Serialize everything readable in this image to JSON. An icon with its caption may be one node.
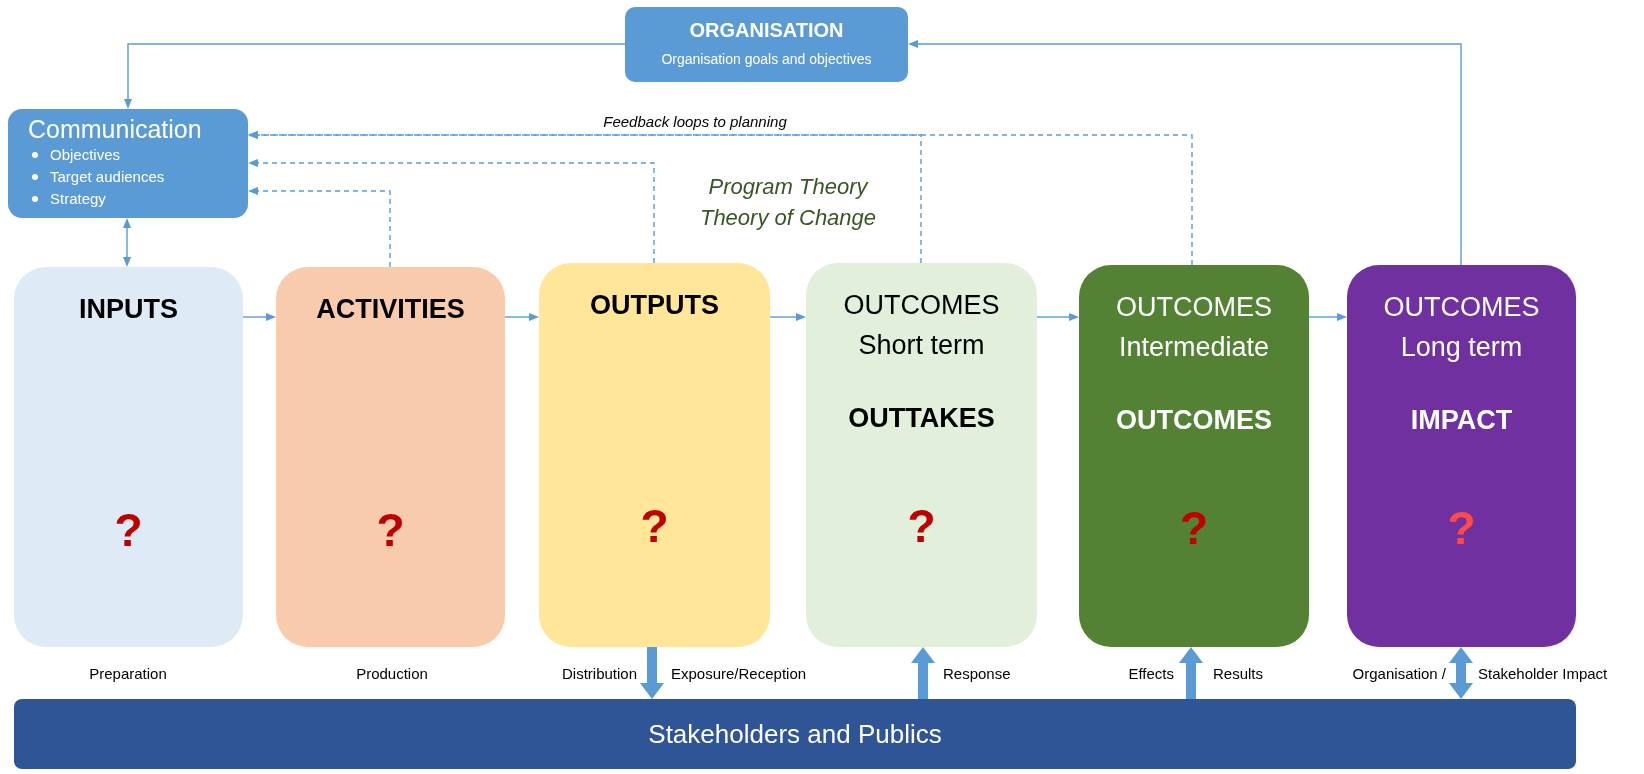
{
  "diagram": {
    "nodes": [
      {
        "text": [
          "ORGANISATION",
          "Organisation goals and objectives"
        ]
      },
      {
        "text": [
          "Communication",
          "Objectives",
          "Target audiences",
          "Strategy"
        ]
      },
      {
        "text": [
          "INPUTS",
          "?"
        ]
      },
      {
        "text": [
          "ACTIVITIES",
          "?"
        ]
      },
      {
        "text": [
          "OUTPUTS",
          "?"
        ]
      },
      {
        "text": [
          "OUTCOMES Short term",
          "OUTTAKES",
          "?"
        ]
      },
      {
        "text": [
          "OUTCOMES Intermediate",
          "OUTCOMES",
          "?"
        ]
      },
      {
        "text": [
          "OUTCOMES Long term",
          "IMPACT",
          "?"
        ]
      },
      {
        "text": [
          "Stakeholders and Publics"
        ]
      }
    ],
    "edges": [
      {
        "from": 0,
        "to": 1,
        "arrow": "to"
      },
      {
        "from": 7,
        "to": 0,
        "arrow": "to"
      },
      {
        "from": 1,
        "to": 2,
        "arrow": "both"
      },
      {
        "from": 2,
        "to": 3,
        "arrow": "to"
      },
      {
        "from": 3,
        "to": 4,
        "arrow": "to"
      },
      {
        "from": 4,
        "to": 5,
        "arrow": "to"
      },
      {
        "from": 5,
        "to": 6,
        "arrow": "to"
      },
      {
        "from": 6,
        "to": 7,
        "arrow": "to"
      },
      {
        "from": 5,
        "to": 1,
        "arrow": "to",
        "style": "dashed",
        "label": "Feedback loops to planning"
      },
      {
        "from": 6,
        "to": 1,
        "arrow": "to",
        "style": "dashed"
      },
      {
        "from": 4,
        "to": 1,
        "arrow": "to",
        "style": "dashed"
      },
      {
        "from": 3,
        "to": 1,
        "arrow": "to",
        "style": "dashed"
      },
      {
        "from": 4,
        "to": 8,
        "arrow": "to",
        "style": "thick"
      },
      {
        "from": 8,
        "to": 5,
        "arrow": "to",
        "style": "thick"
      },
      {
        "from": 8,
        "to": 6,
        "arrow": "to",
        "style": "thick"
      },
      {
        "from": 7,
        "to": 8,
        "arrow": "both",
        "style": "thick"
      }
    ],
    "labels": [
      "Program Theory",
      "Theory of Change",
      "Preparation",
      "Production",
      "Distribution",
      "Exposure/Reception",
      "Response",
      "Effects",
      "Results",
      "Organisation /",
      "Stakeholder Impact"
    ]
  }
}
